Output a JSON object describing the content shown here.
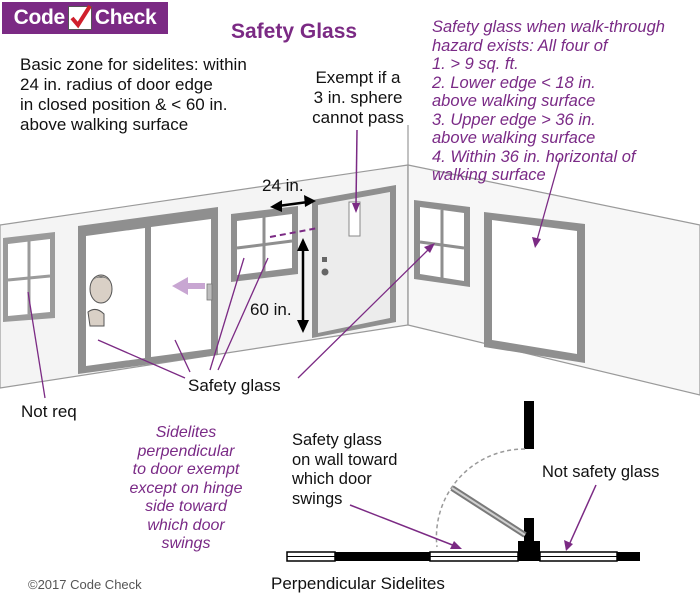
{
  "logo": {
    "word1": "Code",
    "word2": "Check",
    "icon": "checkmark-icon"
  },
  "title": "Safety Glass",
  "basic_zone": [
    "Basic zone for sidelites: within",
    "24 in. radius of door edge",
    "in closed position & < 60 in.",
    "above walking surface"
  ],
  "exempt_sphere": [
    "Exempt if a",
    "3 in. sphere",
    "cannot pass"
  ],
  "walk_through": [
    "Safety glass when walk-through",
    "hazard exists: All four of",
    "1. > 9 sq. ft.",
    "2. Lower edge < 18 in.",
    "above walking surface",
    "3. Upper edge > 36 in.",
    "above walking surface",
    "4. Within 36 in. horizontal of",
    "walking surface"
  ],
  "dim_24": "24 in.",
  "dim_60": "60 in.",
  "safety_glass_label": "Safety glass",
  "not_req": "Not req",
  "sidelites_note": [
    "Sidelites",
    "perpendicular",
    "to door exempt",
    "except on hinge",
    "side toward",
    "which door",
    "swings"
  ],
  "wall_toward": [
    "Safety glass",
    "on wall toward",
    "which door",
    "swings"
  ],
  "not_safety": "Not safety glass",
  "copyright": "©2017 Code Check",
  "plan_title": "Perpendicular Sidelites",
  "colors": {
    "purple": "#7b2a84",
    "frame": "#8a8a8a",
    "wall": "#f2f2f2",
    "arrow_lilac": "#c8a6d2"
  }
}
